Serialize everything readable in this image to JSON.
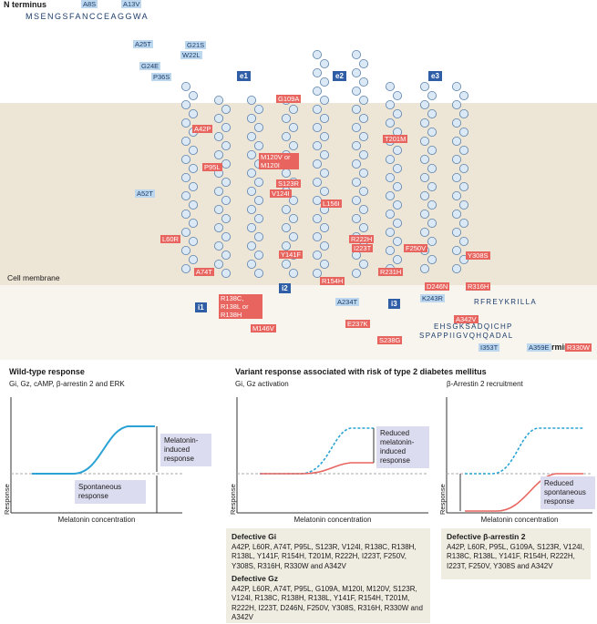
{
  "topology": {
    "n_terminus": "N terminus",
    "c_terminus": "C terminus",
    "membrane_label": "Cell membrane",
    "loops": [
      "e1",
      "e2",
      "e3",
      "i1",
      "i2",
      "i3"
    ],
    "sequence_start": "MSENGSFANCCEAGGWA",
    "sequence_c_tail": "SPAPPIIGVQHQADAL",
    "sequence_helix8": "RFREYKRILLA",
    "sequence_ctail_mid": "EHSGKSADQICHP",
    "blue_variants": [
      "A8S",
      "A13V",
      "A25T",
      "G21S",
      "W22L",
      "G24E",
      "P36S",
      "A52T",
      "A234T",
      "K243R",
      "I353T",
      "A359E"
    ],
    "red_variants": [
      "A42P",
      "G109A",
      "P95L",
      "M120V or M120I",
      "S123R",
      "V124I",
      "L156I",
      "L60R",
      "R222H",
      "I223T",
      "T201M",
      "F250V",
      "Y308S",
      "A74T",
      "Y141F",
      "R154H",
      "R231H",
      "D246N",
      "R316H",
      "A342V",
      "R330W",
      "R138C, R138L or R138H",
      "M146V",
      "E237K",
      "S238G"
    ]
  },
  "wild_type": {
    "title": "Wild-type response",
    "subtitle": "Gi, Gz, cAMP, β-arrestin 2 and ERK",
    "y_label": "Response",
    "x_label": "Melatonin concentration",
    "callout_induced": "Melatonin-induced response",
    "callout_spontaneous": "Spontaneous response"
  },
  "variant": {
    "title": "Variant response associated with risk of type 2 diabetes mellitus",
    "panel1_subtitle": "Gi, Gz activation",
    "panel2_subtitle": "β-Arrestin 2 recruitment",
    "y_label": "Response",
    "x_label": "Melatonin concentration",
    "callout_reduced_induced": "Reduced melatonin-induced response",
    "callout_reduced_spont": "Reduced spontaneous response"
  },
  "boxes": {
    "gi_title": "Defective Gi",
    "gi_text": "A42P, L60R, A74T, P95L, S123R, V124I, R138C, R138H, R138L, Y141F, R154H, T201M, R222H, I223T, F250V, Y308S, R316H, R330W and A342V",
    "gz_title": "Defective Gz",
    "gz_text": "A42P, L60R, A74T, P95L, G109A, M120I, M120V, S123R, V124I, R138C, R138H, R138L, Y141F, R154H, T201M, R222H, I223T, D246N, F250V, Y308S, R316H, R330W and A342V",
    "arr_title": "Defective β-arrestin 2",
    "arr_text": "A42P, L60R, P95L, G109A, S123R, V124I, R138C, R138L, Y141F, R154H, R222H, I223T, F250V, Y308S and A342V"
  }
}
